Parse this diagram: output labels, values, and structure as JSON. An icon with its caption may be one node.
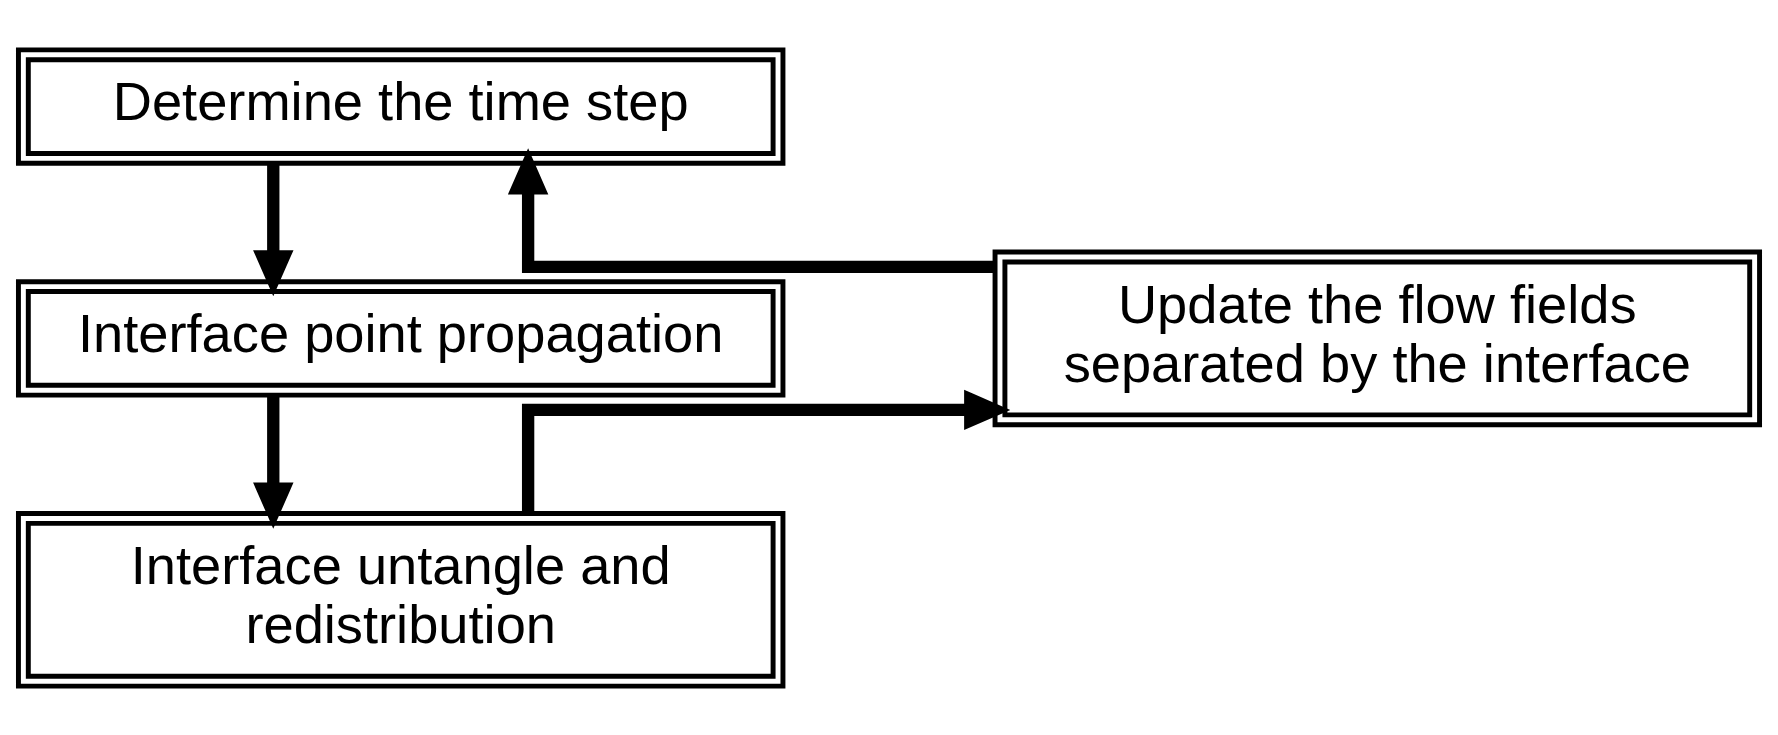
{
  "diagram": {
    "nodes": [
      {
        "text": [
          "Determine the time step"
        ]
      },
      {
        "text": [
          "Interface point propagation"
        ]
      },
      {
        "text": [
          "Interface untangle and redistribution"
        ]
      },
      {
        "text": [
          "Update the flow fields separated by the interface"
        ]
      }
    ],
    "edges": [
      {
        "from": 0,
        "to": 1,
        "arrow": "to"
      },
      {
        "from": 1,
        "to": 2,
        "arrow": "to"
      },
      {
        "from": 2,
        "to": 3,
        "arrow": "to"
      },
      {
        "from": 3,
        "to": 0,
        "arrow": "to"
      }
    ]
  }
}
